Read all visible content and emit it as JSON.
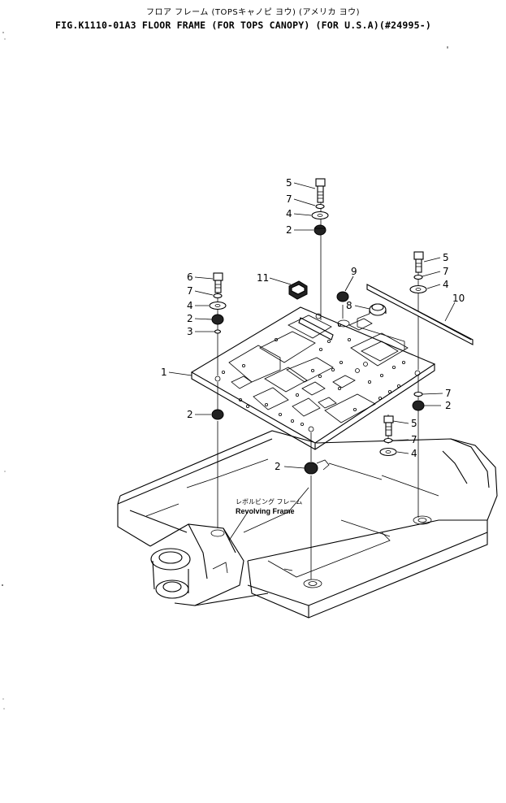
{
  "header": {
    "title_jp": "フロア フレーム (TOPSキャノピ ヨウ) (アメリカ ヨウ)",
    "title_en": "FIG.K1110-01A3  FLOOR FRAME (FOR TOPS CANOPY) (FOR U.S.A)(#24995-)",
    "corner_mark": "'"
  },
  "frame_label": {
    "jp": "レボルビング フレーム",
    "en": "Revolving Frame"
  },
  "callouts": {
    "c1": "1",
    "c2a": "2",
    "c2b": "2",
    "c2c": "2",
    "c2d": "2",
    "c2e": "2",
    "c3": "3",
    "c4a": "4",
    "c4b": "4",
    "c4c": "4",
    "c4d": "4",
    "c5a": "5",
    "c5b": "5",
    "c5c": "5",
    "c6": "6",
    "c7a": "7",
    "c7b": "7",
    "c7c": "7",
    "c7d": "7",
    "c7e": "7",
    "c8": "8",
    "c9": "9",
    "c10": "10",
    "c11": "11"
  }
}
